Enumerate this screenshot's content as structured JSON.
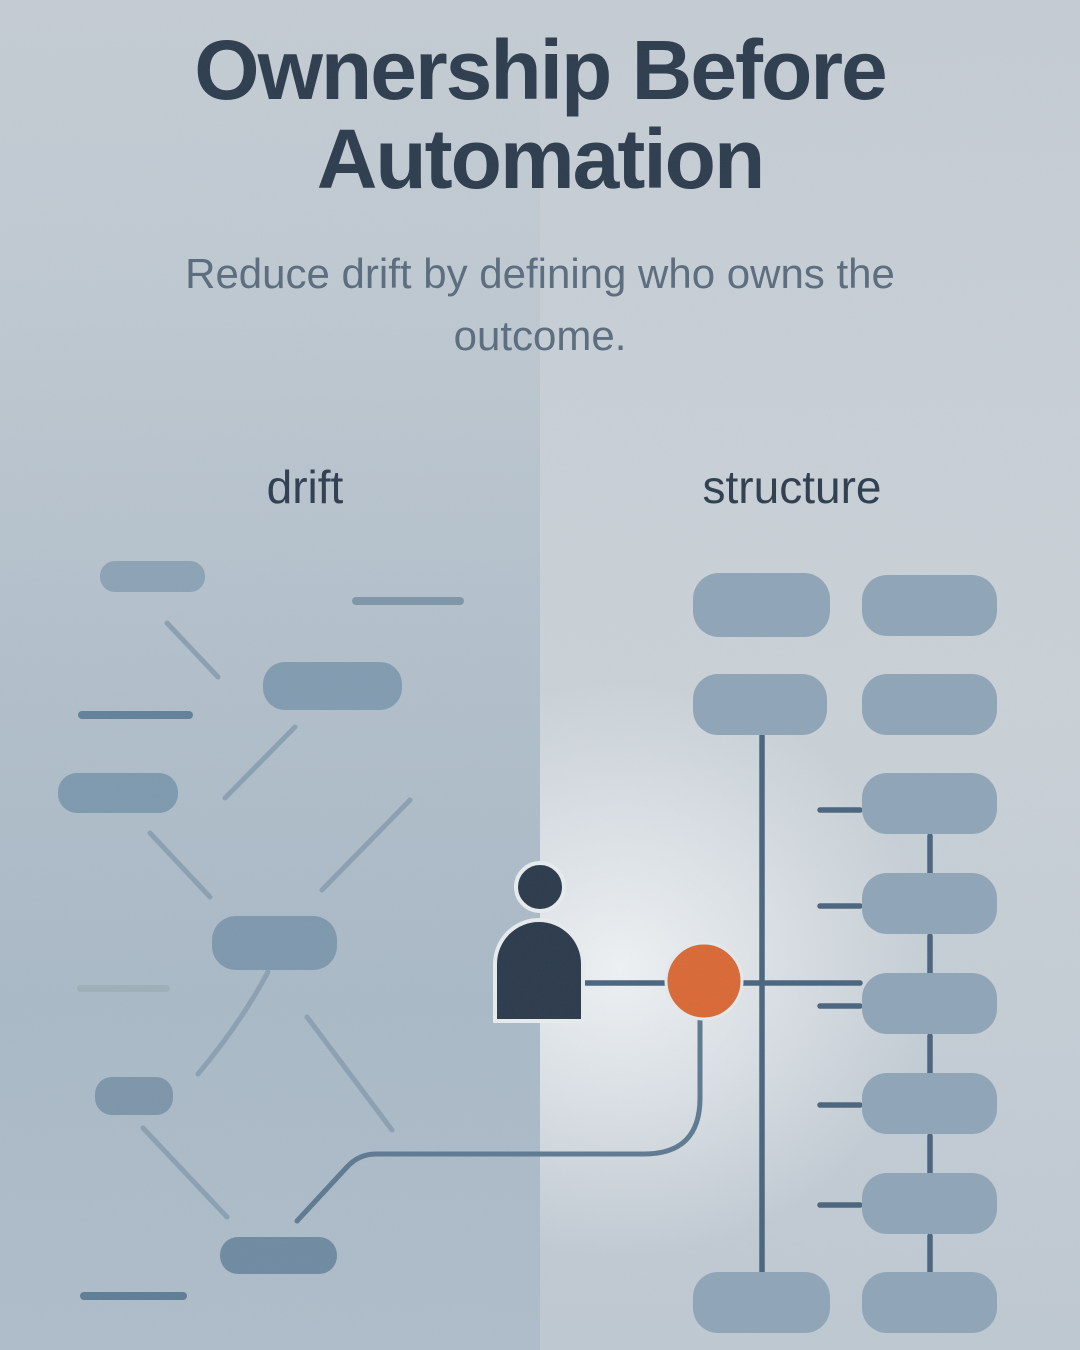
{
  "header": {
    "title": "Ownership Before Automation",
    "subtitle": "Reduce drift by defining who owns the outcome."
  },
  "sections": {
    "drift": {
      "label": "drift"
    },
    "structure": {
      "label": "structure"
    }
  },
  "icons": {
    "person": "person-icon",
    "ownership_node": "ownership-node-circle"
  },
  "colors": {
    "accent_orange": "#D96937",
    "person_navy": "#2C3B4C",
    "title_text": "#2E3D4E",
    "subtitle_text": "#5A6C7E",
    "label_text": "#2F3E4F",
    "node_fill": "#8FA5B7",
    "connector_line": "#4A657E",
    "drift_line": "#8BA0B2",
    "bg_top": "#C4CCD3",
    "bg_left_mid": "#B3C0CB",
    "bg_right_mid": "#C9D1D7"
  }
}
